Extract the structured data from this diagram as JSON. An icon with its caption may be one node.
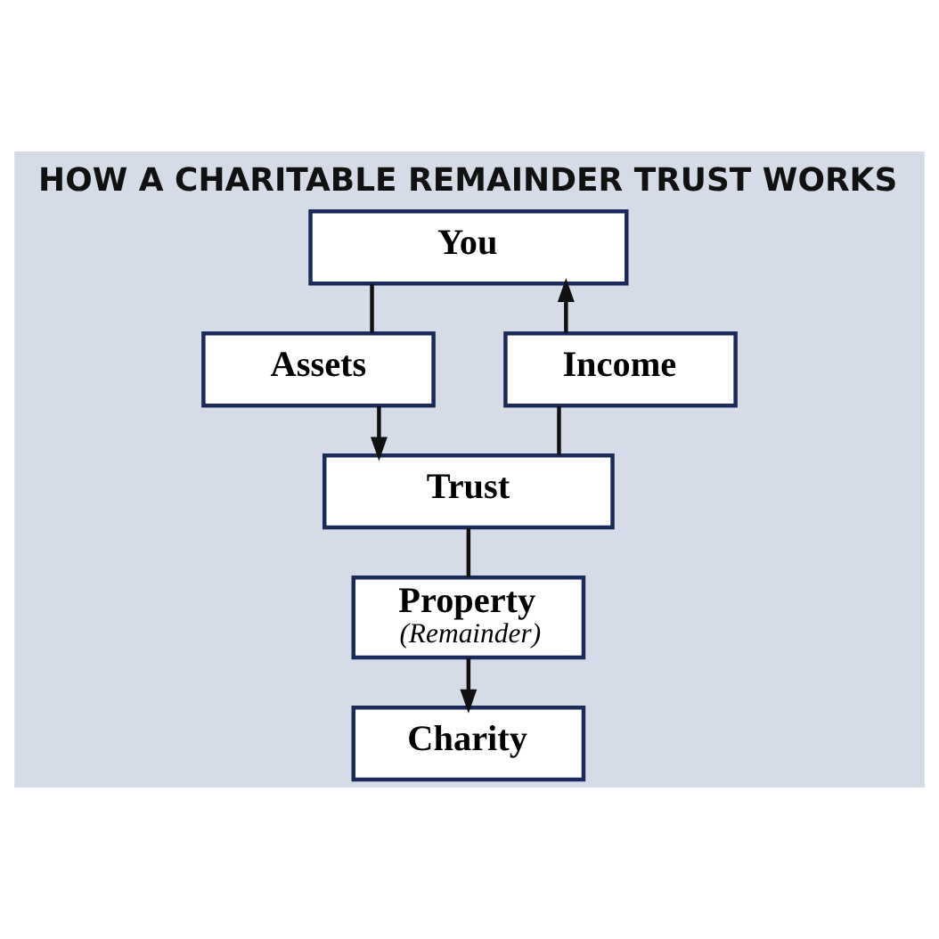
{
  "diagram": {
    "title": "HOW A CHARITABLE REMAINDER TRUST WORKS",
    "nodes": [
      {
        "text": [
          "You"
        ]
      },
      {
        "text": [
          "Assets"
        ]
      },
      {
        "text": [
          "Income"
        ]
      },
      {
        "text": [
          "Trust"
        ]
      },
      {
        "text": [
          "Property",
          "(Remainder)"
        ]
      },
      {
        "text": [
          "Charity"
        ]
      }
    ],
    "edges": [
      {
        "from": 0,
        "to": 1,
        "arrow": "none"
      },
      {
        "from": 1,
        "to": 3,
        "arrow": "to"
      },
      {
        "from": 3,
        "to": 2,
        "arrow": "none"
      },
      {
        "from": 2,
        "to": 0,
        "arrow": "to"
      },
      {
        "from": 3,
        "to": 4,
        "arrow": "none"
      },
      {
        "from": 4,
        "to": 5,
        "arrow": "to"
      }
    ]
  }
}
